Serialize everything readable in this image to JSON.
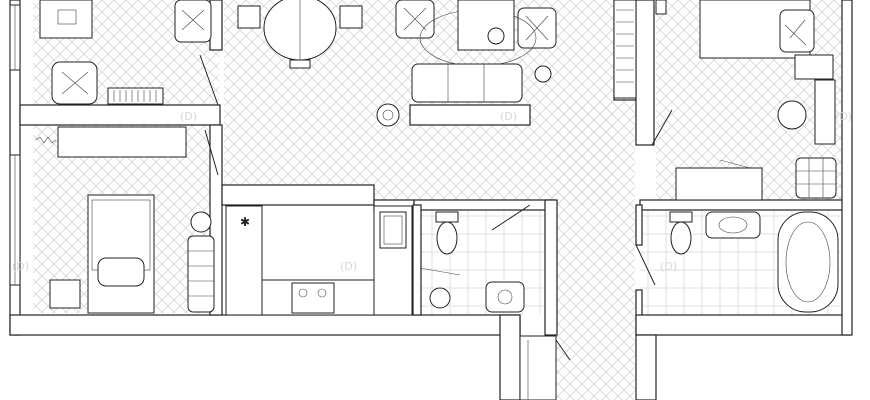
{
  "plan": {
    "background": "#ffffff",
    "line_color": "#222222",
    "floor_pattern": "herringbone-parquet",
    "tile_pattern": "square-tiles",
    "watermark_mark": "(D)",
    "rooms": [
      "bedroom-left",
      "office",
      "living-room",
      "dining-area",
      "kitchen",
      "bathroom-small",
      "master-bedroom",
      "master-bathroom",
      "hallway"
    ]
  }
}
